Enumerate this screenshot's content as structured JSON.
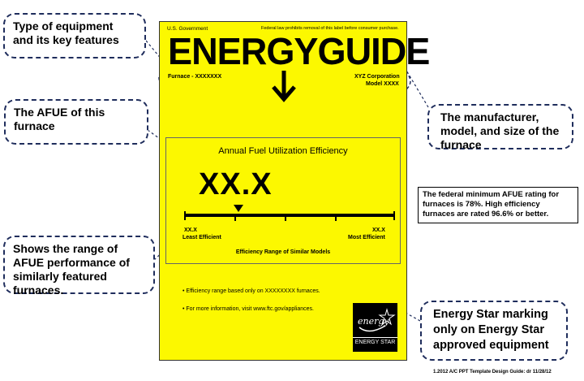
{
  "label": {
    "government": "U.S. Government",
    "law_notice": "Federal law prohibits removal of this label before consumer purchase.",
    "title": "ENERGYGUIDE",
    "equipment": "Furnace - XXXXXXX",
    "manufacturer": "XYZ Corporation",
    "model": "Model XXXX",
    "afue_title": "Annual Fuel Utilization Efficiency",
    "afue_value": "XX.X",
    "range_low_value": "XX.X",
    "range_low_label": "Least Efficient",
    "range_high_value": "XX.X",
    "range_high_label": "Most Efficient",
    "range_caption": "Efficiency Range of Similar Models",
    "bullet_1": "Efficiency range based only on XXXXXXXX furnaces.",
    "bullet_2": "For more information, visit www.ftc.gov/appliances.",
    "energy_star_script": "energy",
    "energy_star_text": "ENERGY STAR"
  },
  "callouts": {
    "equipment": "Type of equipment and its key features",
    "afue": "The AFUE of this furnace",
    "range": "Shows the range of AFUE performance of similarly featured furnaces.",
    "manufacturer": "The manufacturer, model, and size of the furnace",
    "energy_star": "Energy Star marking only on Energy Star approved equipment"
  },
  "note": "The federal minimum AFUE rating for furnaces is 78%. High efficiency furnaces are rated 96.6% or better.",
  "footer": "1.2012 A/C PPT Template Design Guide: dr 11/28/12",
  "colors": {
    "label_yellow": "#fcf800",
    "callout_border": "#1f2d5c"
  }
}
